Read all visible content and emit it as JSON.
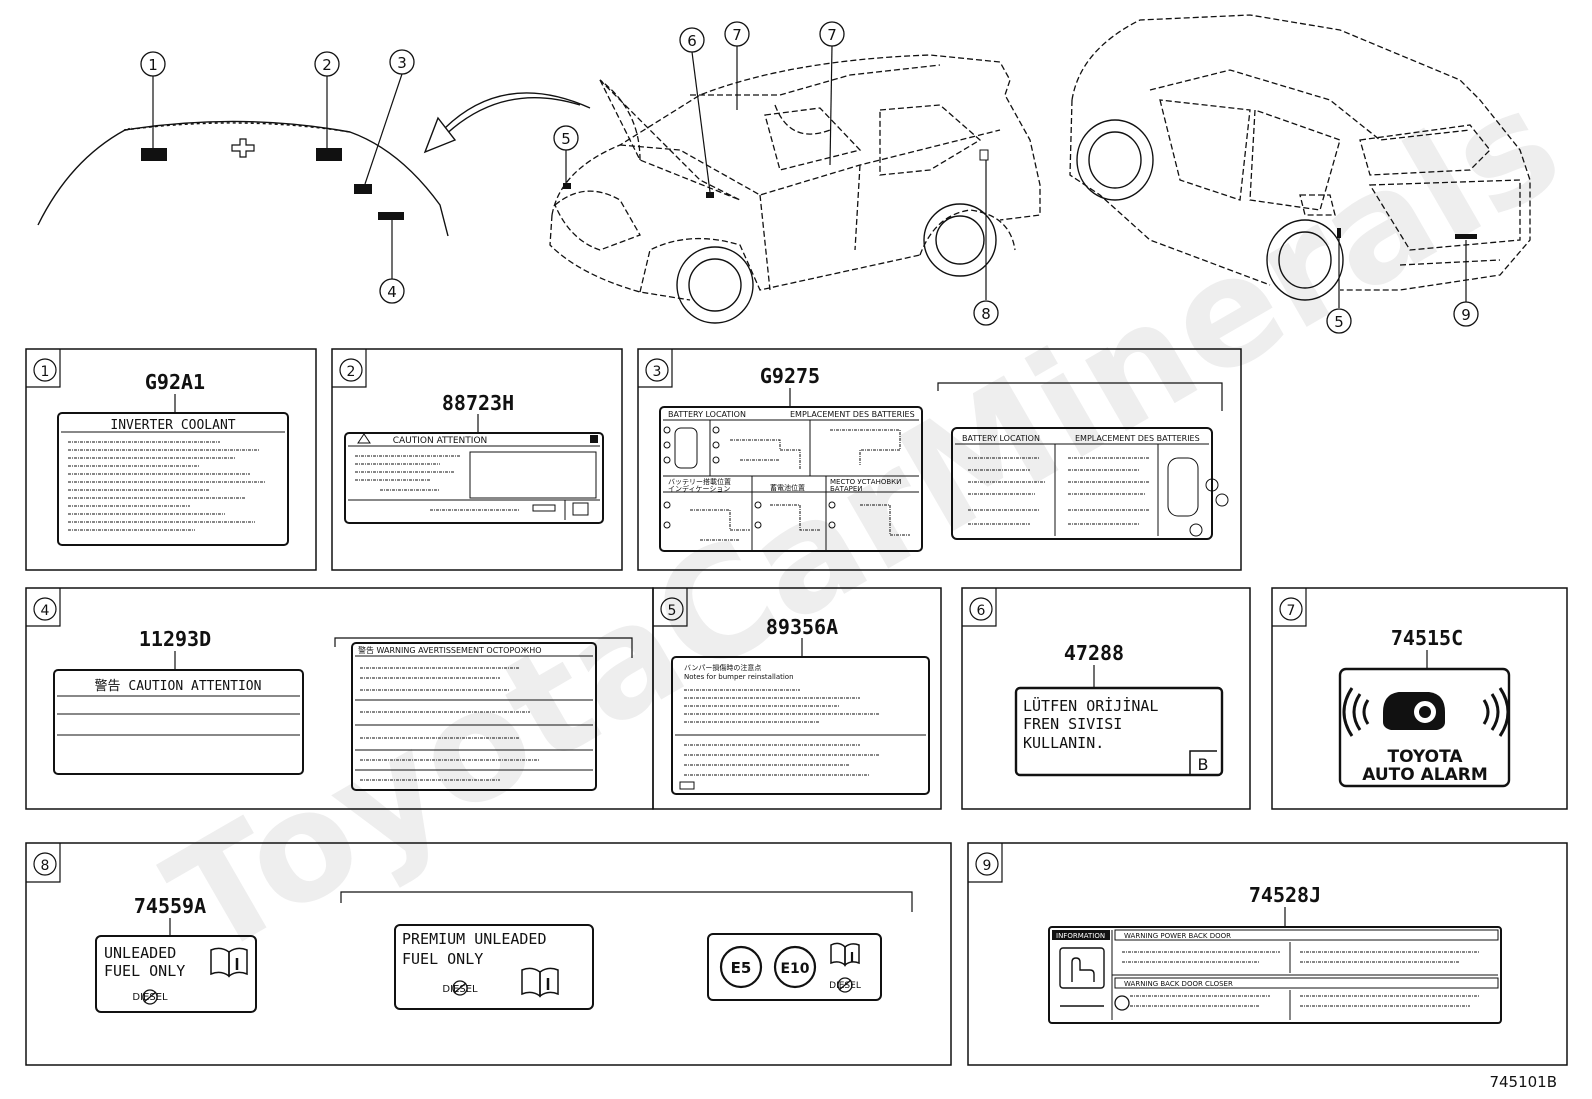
{
  "diagram_code": "745101B",
  "callouts": {
    "top_left": [
      "1",
      "2",
      "3",
      "4"
    ],
    "car_front": [
      "5",
      "6",
      "7",
      "7",
      "8"
    ],
    "car_rear": [
      "5",
      "9"
    ]
  },
  "panels": [
    {
      "num": "1",
      "part": "G92A1",
      "label_title": "INVERTER COOLANT"
    },
    {
      "num": "2",
      "part": "88723H",
      "label_title": "CAUTION ATTENTION"
    },
    {
      "num": "3",
      "part": "G9275",
      "label_a_header_left": "BATTERY LOCATION",
      "label_a_header_right": "EMPLACEMENT DES BATTERIES",
      "label_a_mid_left": "バッテリー搭載位置",
      "label_a_mid_left2": "インディケーション",
      "label_a_mid_center": "蓄電池位置",
      "label_a_mid_right": "МЕСТО УСТАНОВКИ",
      "label_a_mid_right2": "БАТАРЕИ",
      "label_b_header_left": "BATTERY LOCATION",
      "label_b_header_right": "EMPLACEMENT DES BATTERIES"
    },
    {
      "num": "4",
      "part": "11293D",
      "label_a_title": "警告 CAUTION ATTENTION",
      "label_b_title": "警告 WARNING AVERTISSEMENT ОСТОРОЖНО"
    },
    {
      "num": "5",
      "part": "89356A",
      "label_line1": "バンパー損傷時の注意点",
      "label_line2": "Notes for bumper reinstallation"
    },
    {
      "num": "6",
      "part": "47288",
      "label_lines": [
        "LÜTFEN ORİJİNAL",
        "FREN SIVISI",
        "KULLANIN."
      ],
      "label_tag": "B"
    },
    {
      "num": "7",
      "part": "74515C",
      "label_line1": "TOYOTA",
      "label_line2": "AUTO ALARM"
    },
    {
      "num": "8",
      "part": "74559A",
      "label_a_lines": [
        "UNLEADED",
        "FUEL ONLY"
      ],
      "label_a_sub": "DIESEL",
      "label_b_lines": [
        "PREMIUM UNLEADED",
        "FUEL ONLY"
      ],
      "label_b_sub": "DIESEL",
      "label_c_e5": "E5",
      "label_c_e10": "E10",
      "label_c_sub": "DIESEL"
    },
    {
      "num": "9",
      "part": "74528J",
      "label_info": "INFORMATION",
      "label_warn1": "WARNING POWER BACK DOOR",
      "label_warn2": "WARNING BACK DOOR CLOSER"
    }
  ],
  "colors": {
    "ink": "#111111",
    "paper": "#ffffff",
    "watermark": "#ececec"
  }
}
